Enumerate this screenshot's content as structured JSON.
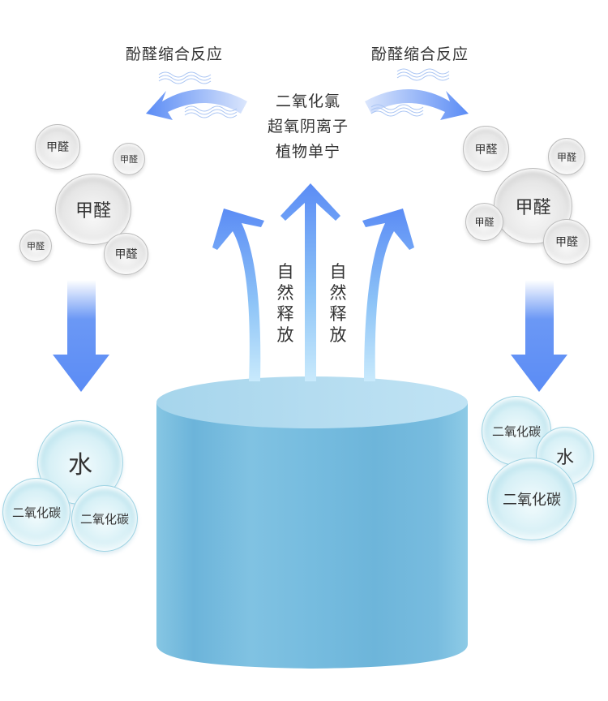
{
  "top_labels": {
    "left_reaction": "酚醛缩合反应",
    "right_reaction": "酚醛缩合反应"
  },
  "center_products": [
    "二氧化氯",
    "超氧阴离子",
    "植物单宁"
  ],
  "release_labels": {
    "left": [
      "自",
      "然",
      "释",
      "放"
    ],
    "right": [
      "自",
      "然",
      "释",
      "放"
    ]
  },
  "left_cluster": {
    "formaldehyde": [
      "甲醛",
      "甲醛",
      "甲醛",
      "甲醛",
      "甲醛"
    ],
    "products": [
      "水",
      "二氧化碳",
      "二氧化碳"
    ]
  },
  "right_cluster": {
    "formaldehyde": [
      "甲醛",
      "甲醛",
      "甲醛",
      "甲醛",
      "甲醛"
    ],
    "products": [
      "二氧化碳",
      "水",
      "二氧化碳"
    ]
  },
  "colors": {
    "arrow_blue": "#5b8cf5",
    "arrow_light": "#bfe4fb",
    "cylinder": "#7bbfe0",
    "cylinder_top": "#b3ddf0"
  }
}
